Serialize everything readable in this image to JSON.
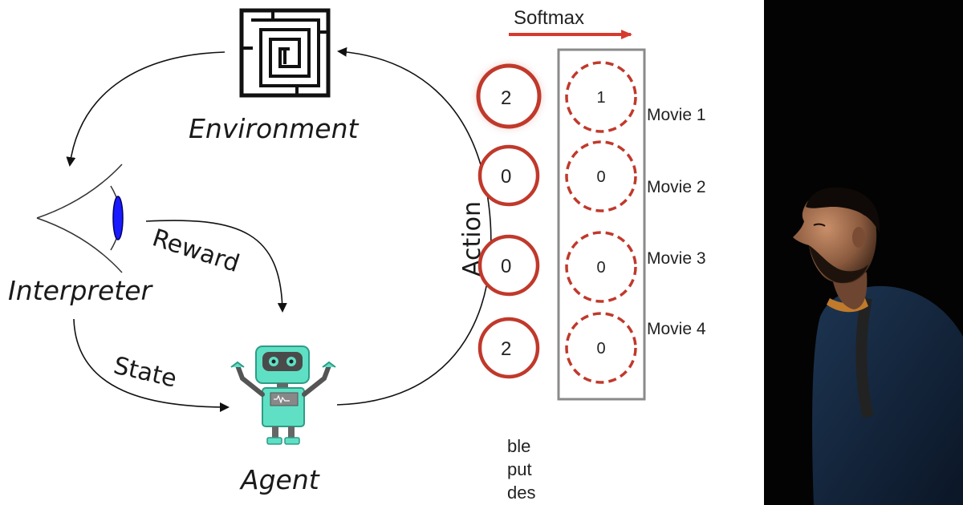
{
  "rl_diagram": {
    "environment_label": "Environment",
    "interpreter_label": "Interpreter",
    "agent_label": "Agent",
    "reward_label": "Reward",
    "state_label": "State",
    "action_label": "Action"
  },
  "nn_diagram": {
    "header_label": "Softmax",
    "input_digits": [
      "2",
      "0",
      "0",
      "2"
    ],
    "output_values": [
      "1",
      "0",
      "0",
      "0"
    ],
    "movie_labels": [
      "Movie 1",
      "Movie 2",
      "Movie 3",
      "Movie 4"
    ],
    "caption_fragments": [
      "ble",
      "put",
      "des"
    ],
    "colors": {
      "node_red": "#c0392b",
      "arrow_red": "#d63a2f",
      "box_gray": "#8a8a8a"
    }
  },
  "photo": {
    "description_icon": "person-profile-photo",
    "background_color": "#030303"
  }
}
